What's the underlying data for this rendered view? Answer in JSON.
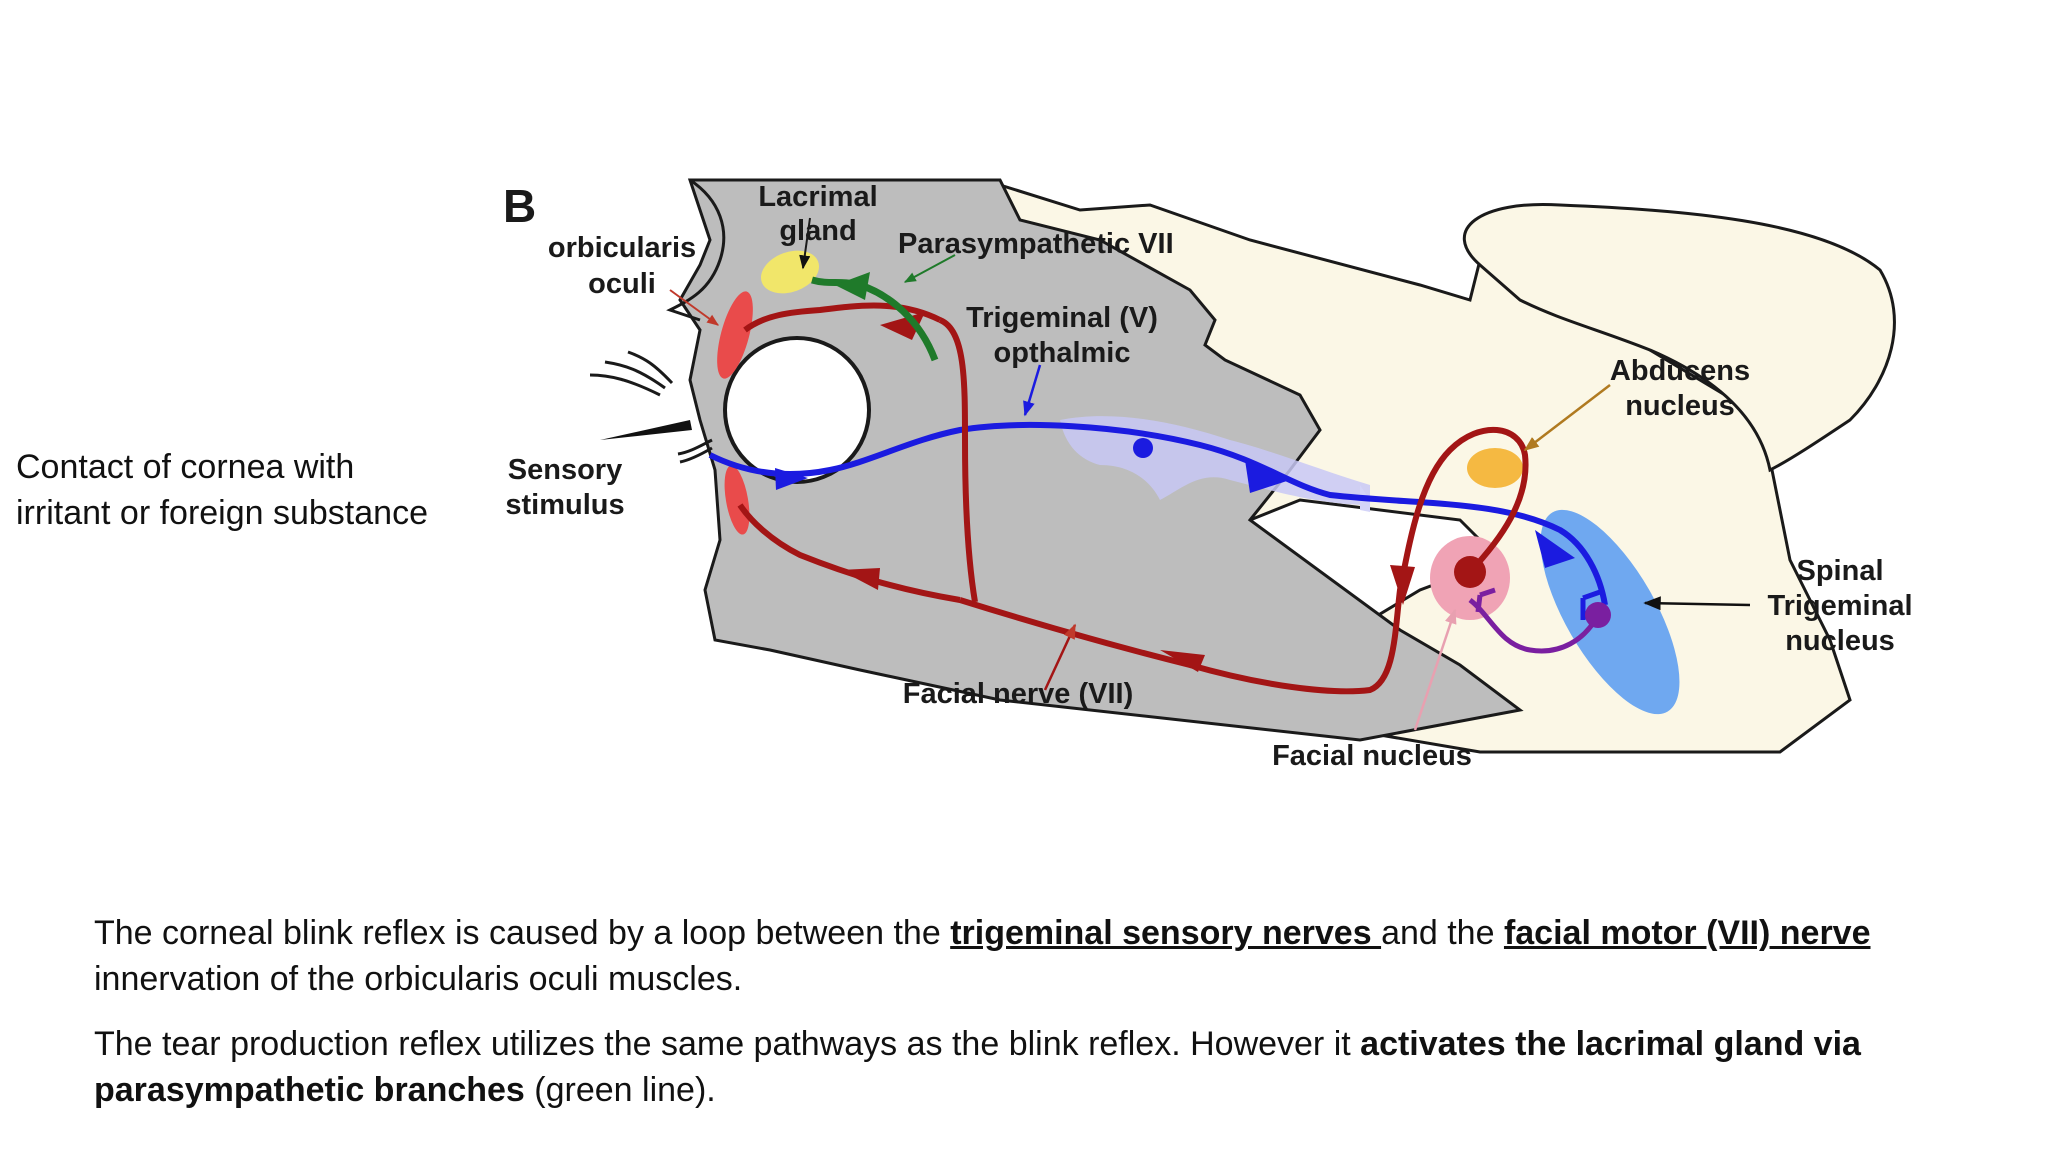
{
  "side_note": {
    "line1": "Contact of cornea with",
    "line2": "irritant or foreign substance"
  },
  "diagram": {
    "panel_letter": "B",
    "labels": {
      "orbicularis_1": "orbicularis",
      "orbicularis_2": "oculi",
      "lacrimal_1": "Lacrimal",
      "lacrimal_2": "gland",
      "parasympathetic": "Parasympathetic VII",
      "trigeminal_1": "Trigeminal (V)",
      "trigeminal_2": "opthalmic",
      "sensory_1": "Sensory",
      "sensory_2": "stimulus",
      "abducens_1": "Abducens",
      "abducens_2": "nucleus",
      "spinal_1": "Spinal",
      "spinal_2": "Trigeminal",
      "spinal_3": "nucleus",
      "facial_nerve": "Facial nerve (VII)",
      "facial_nucleus": "Facial nucleus"
    },
    "colors": {
      "sensory_pathway": "#1b1be0",
      "motor_pathway": "#a31515",
      "parasympathetic_pathway": "#1f7a2a",
      "interneuron": "#7a1fa0",
      "orbicularis_muscle": "#e94b4b",
      "lacrimal_gland": "#f1e66a",
      "abducens_nucleus": "#f5b942",
      "facial_nucleus": "#f0a3b5",
      "spinal_trigeminal_nucleus": "#6fa8f0",
      "skull": "#bdbdbd",
      "brainstem": "#fbf7e6"
    }
  },
  "captions": {
    "p1": {
      "text_a": "The corneal blink reflex is caused by a loop between the ",
      "link_a": "trigeminal sensory nerves ",
      "text_b": "and the ",
      "link_b": "facial motor (VII) nerve",
      "text_c": "innervation of the orbicularis oculi muscles."
    },
    "p2": {
      "text_a": "The tear production reflex utilizes the same pathways as the blink reflex. However it ",
      "bold_a": "activates the lacrimal gland via parasympathetic branches",
      "text_b": " (green line)."
    }
  }
}
